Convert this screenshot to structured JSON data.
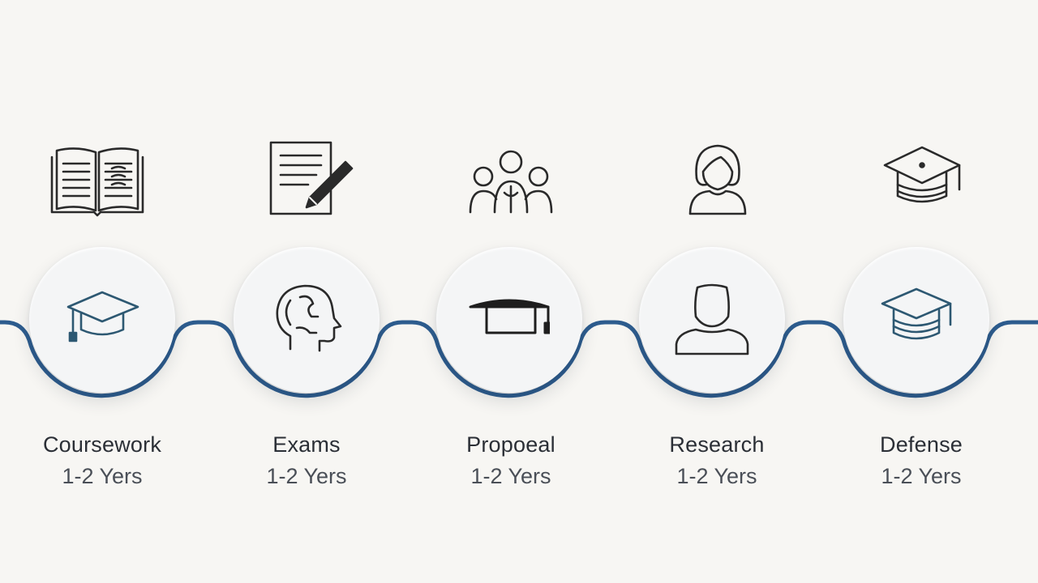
{
  "colors": {
    "background": "#f7f6f3",
    "wave_line": "#2d5c8e",
    "icon_dark": "#2a2a2a",
    "icon_blue": "#2d5872",
    "text": "#2b2f36"
  },
  "stages": [
    {
      "label": "Coursework",
      "duration": "1-2 Yers",
      "top_icon": "open-book-icon",
      "circle_icon": "graduation-cap-icon"
    },
    {
      "label": "Exams",
      "duration": "1-2 Yers",
      "top_icon": "document-pencil-icon",
      "circle_icon": "head-profile-icon"
    },
    {
      "label": "Propoeal",
      "duration": "1-2 Yers",
      "top_icon": "group-people-icon",
      "circle_icon": "mortarboard-icon"
    },
    {
      "label": "Research",
      "duration": "1-2 Yers",
      "top_icon": "woman-avatar-icon",
      "circle_icon": "person-bust-icon"
    },
    {
      "label": "Defense",
      "duration": "1-2 Yers",
      "top_icon": "graduation-cap-icon",
      "circle_icon": "graduation-cap-icon"
    }
  ]
}
